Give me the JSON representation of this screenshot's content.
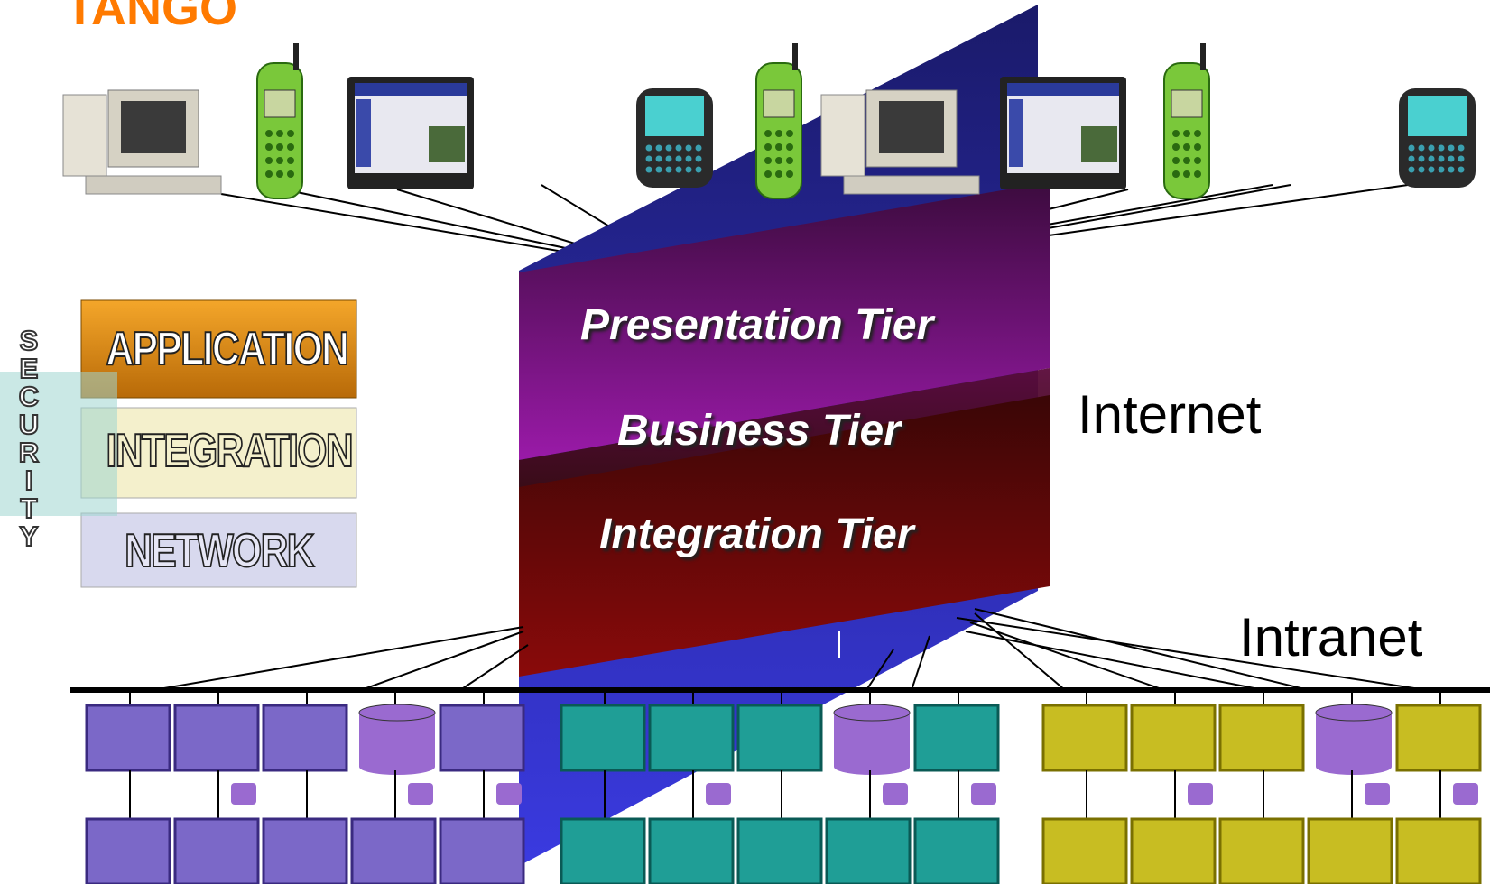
{
  "title": "TANGO",
  "tiers": [
    "Presentation Tier",
    "Business Tier",
    "Integration Tier"
  ],
  "zones": {
    "internet": "Internet",
    "intranet": "Intranet"
  },
  "layers": [
    "APPLICATION",
    "INTEGRATION",
    "NETWORK"
  ],
  "security_label": [
    "S",
    "E",
    "C",
    "U",
    "R",
    "I",
    "T",
    "Y"
  ],
  "colors": {
    "title": "#ff7a00",
    "application": "#e08a10",
    "integration": "#f3f0c8",
    "network": "#d4d6ec",
    "backplane": "#28288a",
    "presentation": "#7a1a8a",
    "business": "#5a0a24",
    "integration_tier": "#7a0a0a",
    "cluster_purple": "#7b68c8",
    "cluster_teal": "#1f9e96",
    "cluster_yellow": "#c8bd22"
  },
  "devices": [
    "desktop-pc-icon",
    "mobile-phone-icon",
    "web-monitor-icon",
    "pager-icon",
    "mobile-phone-icon",
    "desktop-pc-icon",
    "web-monitor-icon",
    "mobile-phone-icon",
    "pager-icon"
  ]
}
